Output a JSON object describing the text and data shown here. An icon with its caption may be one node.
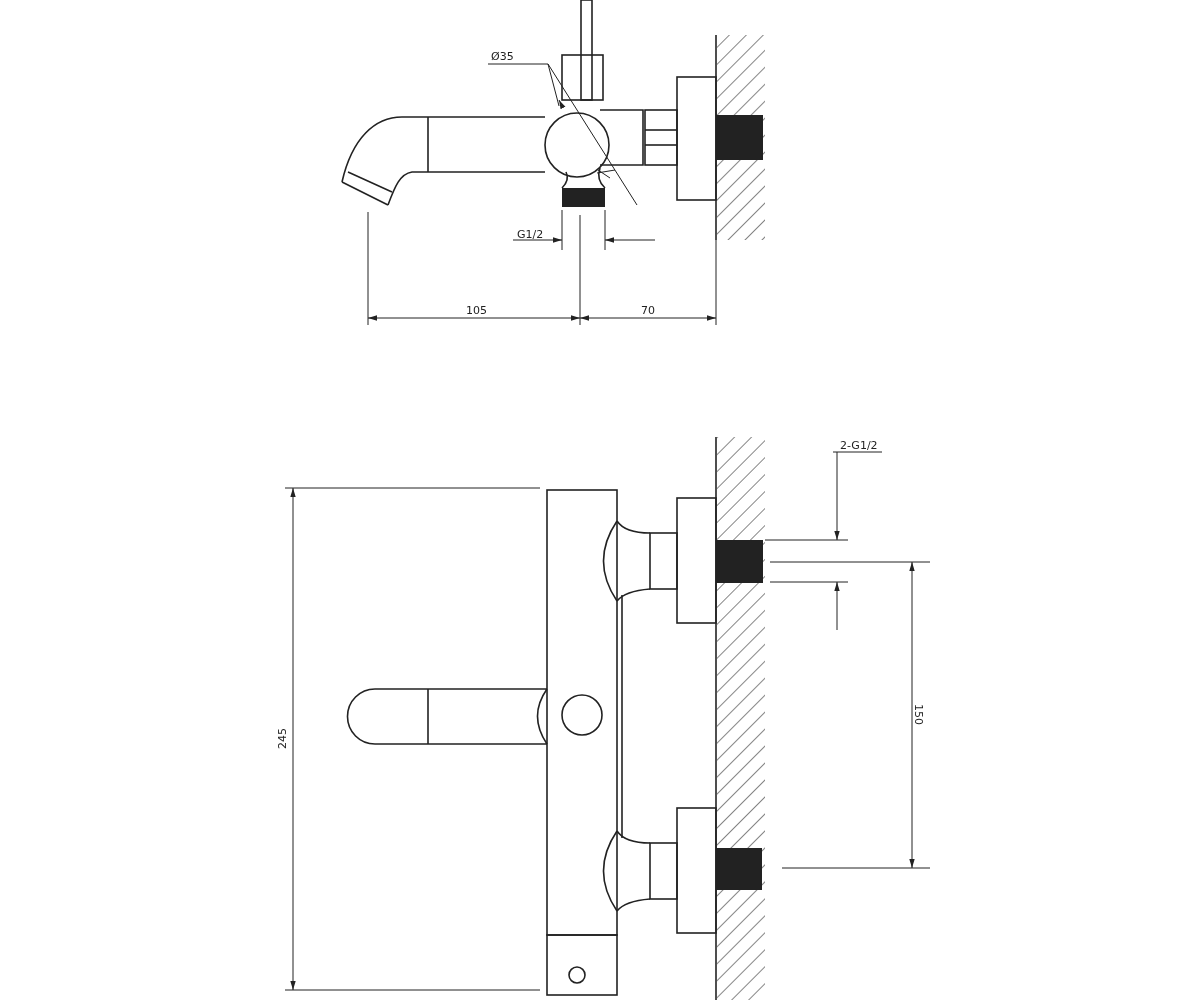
{
  "diagram": {
    "labels": [
      "Ø35",
      "G1/2",
      "105",
      "70",
      "2-G1/2",
      "245",
      "150"
    ]
  }
}
